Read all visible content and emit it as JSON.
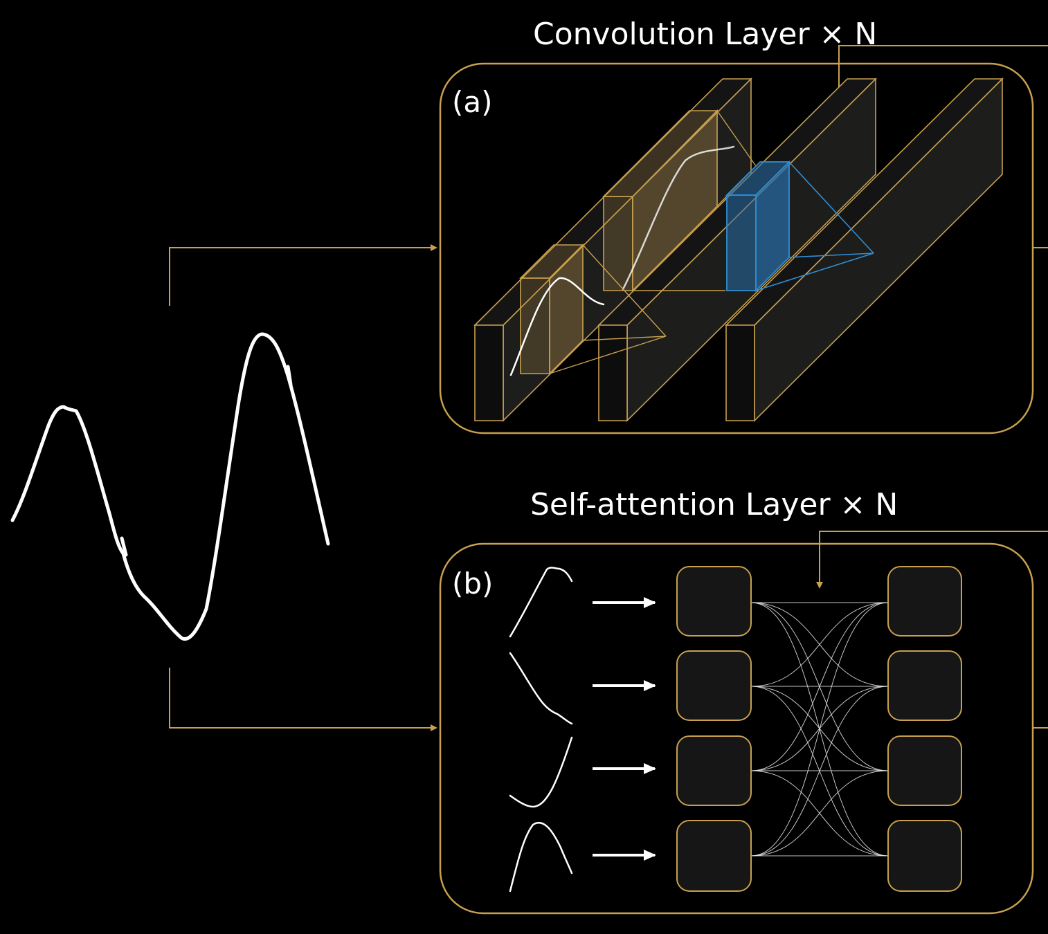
{
  "titles": {
    "top": "Convolution Layer × N",
    "bottom": "Self-attention Layer × N"
  },
  "panels": {
    "a_label": "(a)",
    "b_label": "(b)"
  },
  "colors": {
    "accent_gold": "#c8a050",
    "kernel_blue": "#2f8fd6",
    "background": "#000000",
    "stroke_white": "#ffffff"
  },
  "attention": {
    "token_count": 4
  }
}
